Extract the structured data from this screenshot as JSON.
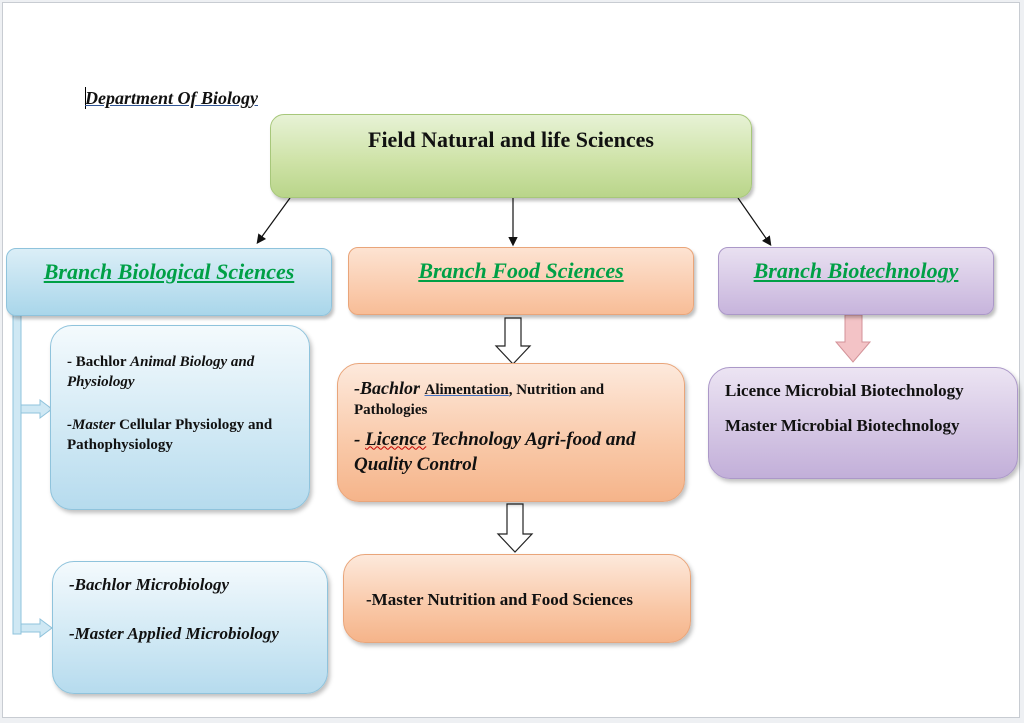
{
  "department": "Department  Of  Biology",
  "root": "Field Natural and life Sciences",
  "branches": {
    "bio": "Branch Biological Sciences",
    "food": "Branch  Food Sciences",
    "biotech": "Branch Biotechnology"
  },
  "bio_box1": {
    "l1a": "- Bachlor ",
    "l1b": "Animal Biology and Physiology",
    "l2a": "-Master ",
    "l2b": "Cellular Physiology and Pathophysiology"
  },
  "bio_box2": {
    "l1": "-Bachlor Microbiology",
    "l2": "-Master Applied Microbiology"
  },
  "food_box1": {
    "l1a": "-Bachlor ",
    "l1b": " Alimentation",
    "l1c": ", Nutrition and Pathologies",
    "l2a": "- ",
    "l2b": "Licence",
    "l2c": " Technology Agri-food and Quality Control"
  },
  "food_box2": {
    "l1": "-Master Nutrition and Food Sciences"
  },
  "biotech_box": {
    "l1": "Licence Microbial Biotechnology",
    "l2": "Master Microbial Biotechnology"
  }
}
